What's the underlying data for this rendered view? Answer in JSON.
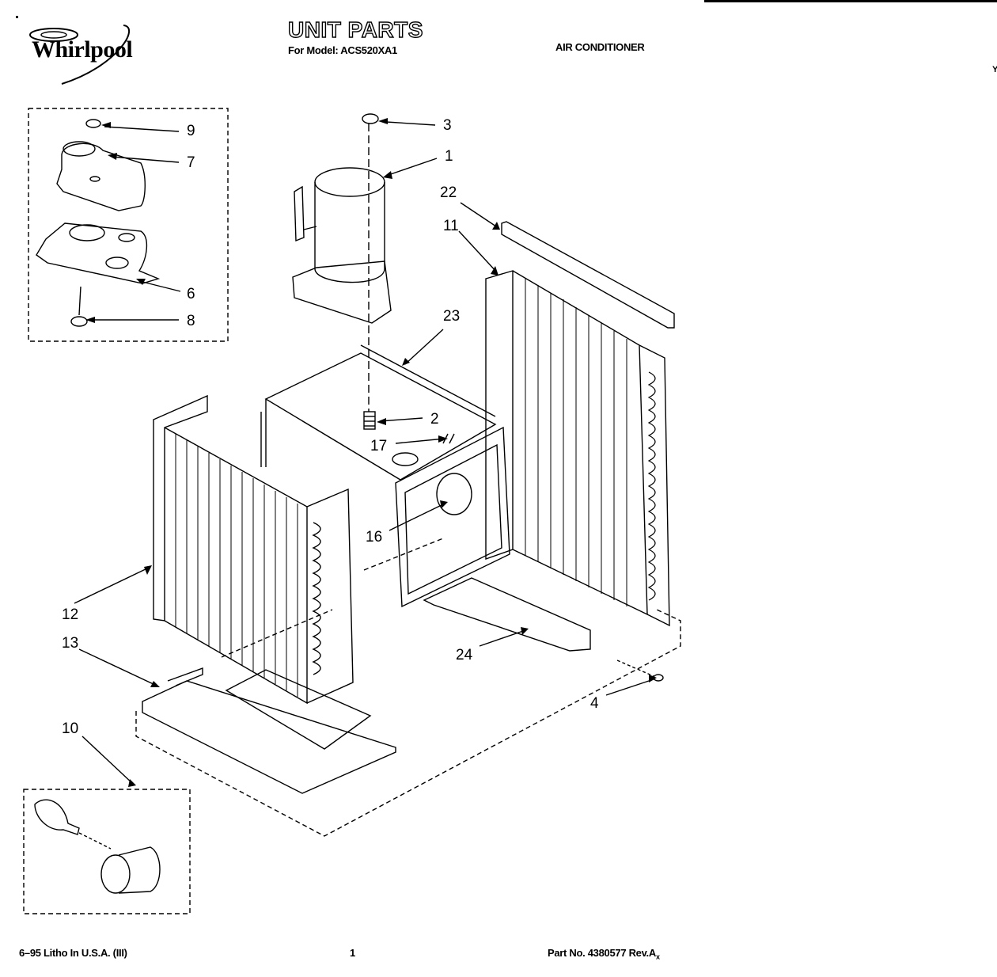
{
  "header": {
    "brand": "Whirlpool",
    "title": "UNIT PARTS",
    "model_line": "For Model: ACS520XA1",
    "product": "AIR CONDITIONER"
  },
  "callouts": [
    "9",
    "7",
    "6",
    "8",
    "3",
    "1",
    "22",
    "11",
    "23",
    "2",
    "17",
    "16",
    "12",
    "13",
    "24",
    "4",
    "10"
  ],
  "footer": {
    "litho": "6–95 Litho In U.S.A. (III)",
    "page": "1",
    "part_no": "Part No. 4380577 Rev.A",
    "rev_sub": "x"
  },
  "marks": {
    "top_right": "Y"
  }
}
